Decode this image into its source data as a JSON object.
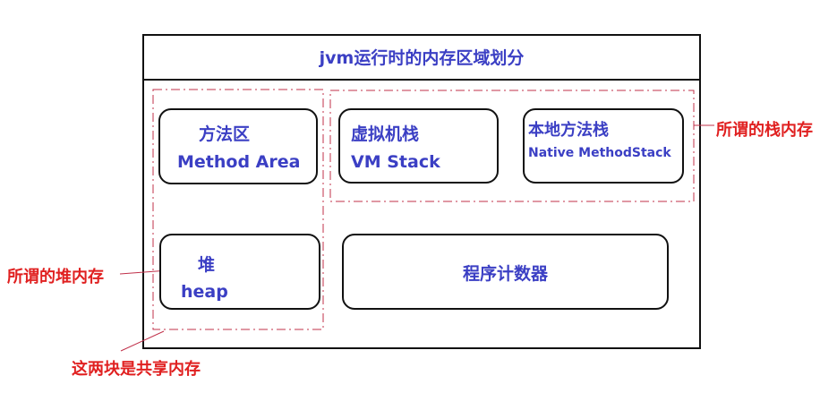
{
  "diagram": {
    "title": "jvm运行时的内存区域划分",
    "method_area": {
      "line1": "方法区",
      "line2": "Method Area"
    },
    "vm_stack": {
      "line1": "虚拟机栈",
      "line2": "VM Stack"
    },
    "native_stack": {
      "line1": "本地方法栈",
      "line2": "Native MethodStack"
    },
    "heap": {
      "line1": "堆",
      "line2": "heap"
    },
    "pc_register": {
      "label": "程序计数器"
    },
    "annotations": {
      "stack_memory": "所谓的栈内存",
      "heap_memory": "所谓的堆内存",
      "shared": "这两块是共享内存"
    }
  },
  "colors": {
    "label_blue": "#3b3fc4",
    "annotation_red": "#e02020",
    "border": "#111111"
  }
}
